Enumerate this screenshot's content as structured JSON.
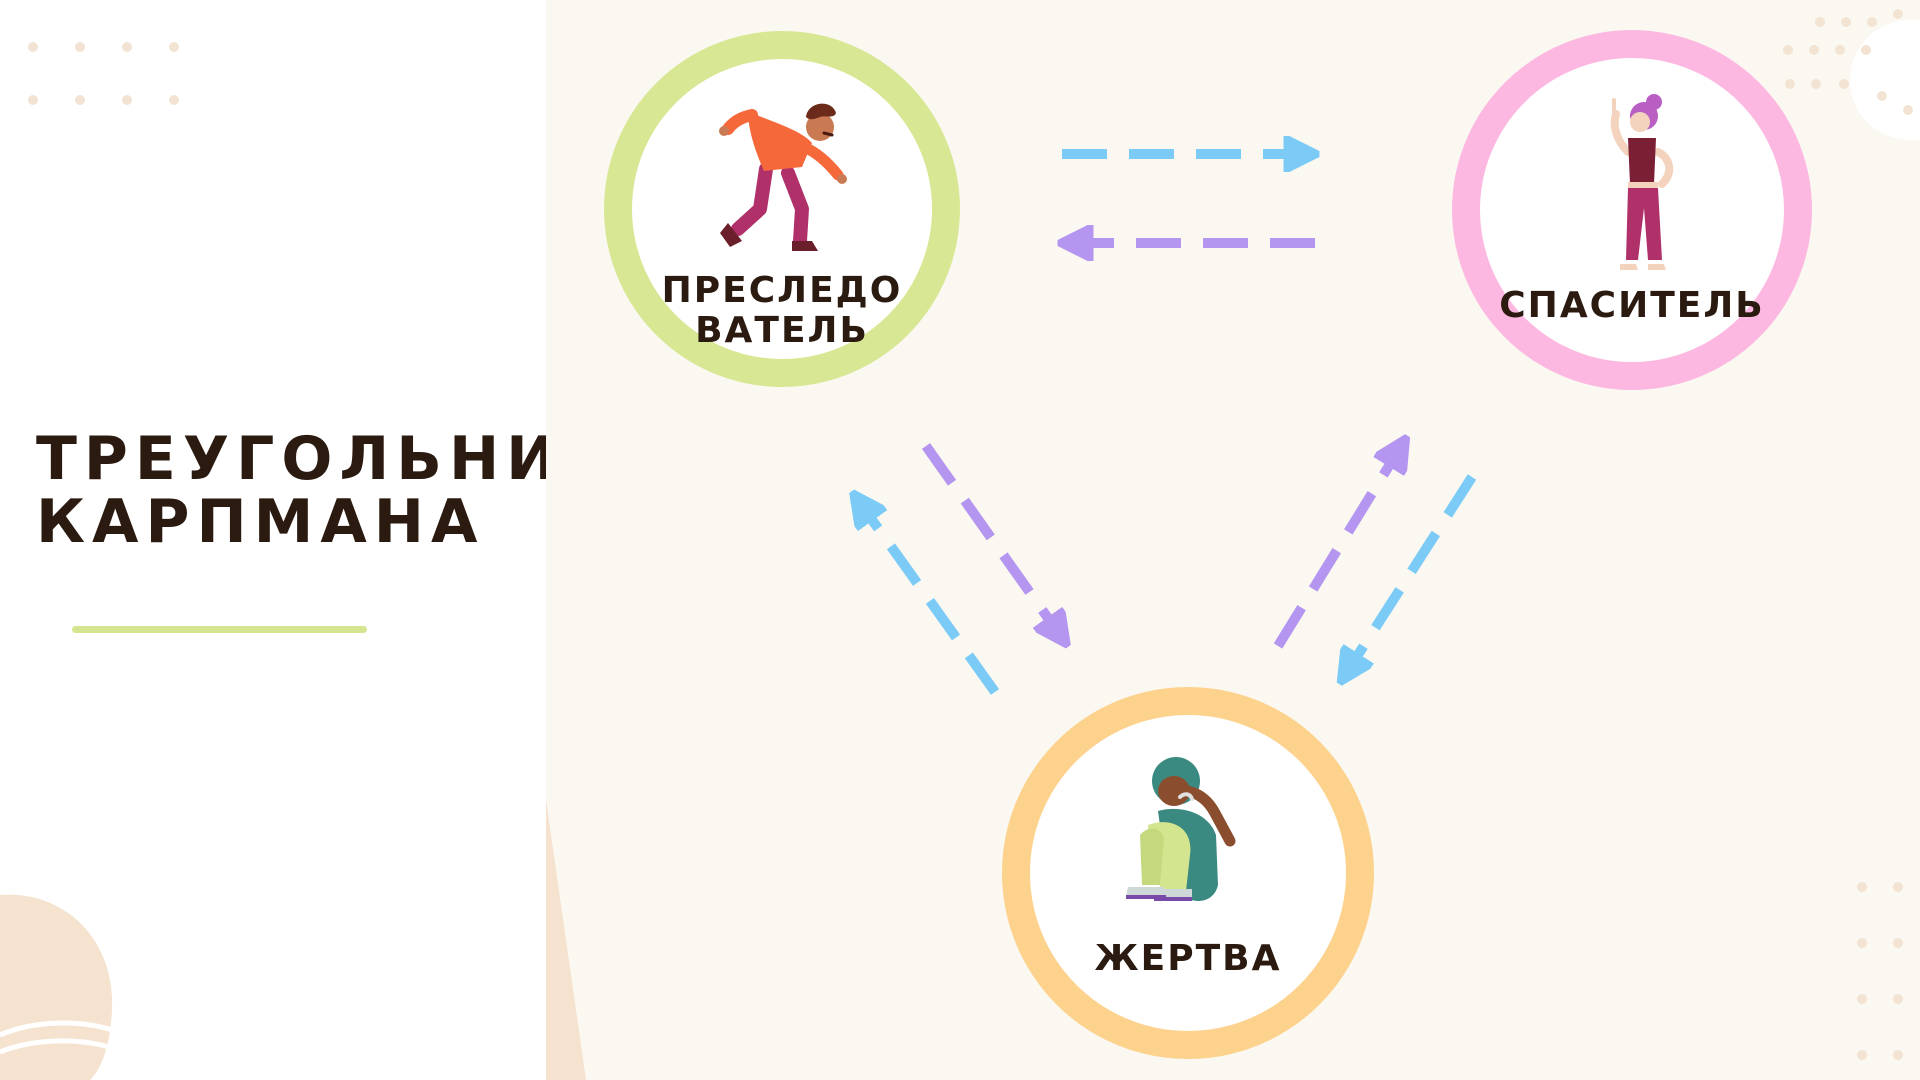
{
  "title": {
    "line1": "ТРЕУГОЛЬНИК",
    "line2": "КАРПМАНА"
  },
  "colors": {
    "title_text": "#2b1a10",
    "accent_underline": "#d4e590",
    "right_background": "#fbf8f1",
    "persecutor_ring": "#d8e793",
    "rescuer_ring": "#fdb8e2",
    "victim_ring": "#fdd28d",
    "arrow_blue": "#7ccbf7",
    "arrow_purple": "#b495f0"
  },
  "roles": {
    "persecutor": {
      "label": "ПРЕСЛЕДО\nВАТЕЛЬ",
      "icon": "pointing-angry-person-icon"
    },
    "rescuer": {
      "label": "СПАСИТЕЛЬ",
      "icon": "standing-woman-raised-finger-icon"
    },
    "victim": {
      "label": "ЖЕРТВА",
      "icon": "crying-sitting-person-icon"
    }
  },
  "arrows": [
    {
      "from": "persecutor",
      "to": "rescuer",
      "color": "blue"
    },
    {
      "from": "rescuer",
      "to": "persecutor",
      "color": "purple"
    },
    {
      "from": "persecutor",
      "to": "victim",
      "color": "purple"
    },
    {
      "from": "victim",
      "to": "persecutor",
      "color": "blue"
    },
    {
      "from": "victim",
      "to": "rescuer",
      "color": "purple"
    },
    {
      "from": "rescuer",
      "to": "victim",
      "color": "blue"
    }
  ]
}
